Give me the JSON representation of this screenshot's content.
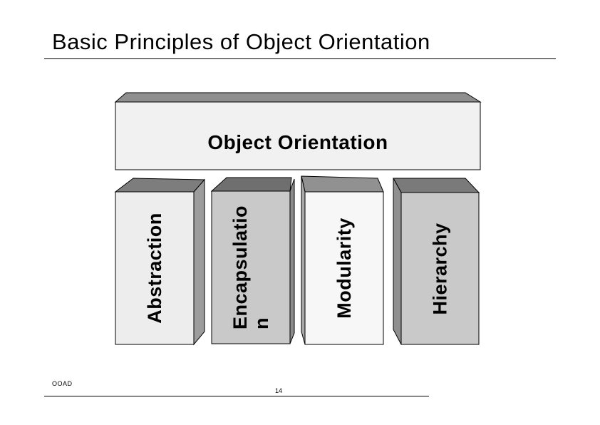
{
  "slide": {
    "title": "Basic Principles of Object Orientation",
    "footer": {
      "left_label": "OOAD",
      "page_number": "14"
    }
  },
  "diagram": {
    "root_block": {
      "label": "Object Orientation"
    },
    "pillars": [
      {
        "name": "abstraction",
        "lines": [
          "Abstraction"
        ]
      },
      {
        "name": "encapsulation",
        "lines": [
          "Encapsulatio",
          "n"
        ]
      },
      {
        "name": "modularity",
        "lines": [
          "Modularity"
        ]
      },
      {
        "name": "hierarchy",
        "lines": [
          "Hierarchy"
        ]
      }
    ]
  },
  "colors": {
    "text": "#000000",
    "outline": "#000000",
    "slab_top": "#8f8f8f",
    "slab_front": "#f1f1f1",
    "p1_top": "#7d7d7d",
    "p1_side": "#9c9c9c",
    "p1_front": "#ededed",
    "p2_top": "#6f6f6f",
    "p2_side": "#8b8b8b",
    "p2_front": "#c9c9c9",
    "p3_top": "#919191",
    "p3_side": "#a8a8a8",
    "p3_front": "#f7f7f7",
    "p4_top": "#7a7a7a",
    "p4_side": "#8f8f8f",
    "p4_front": "#c9c9c9"
  }
}
